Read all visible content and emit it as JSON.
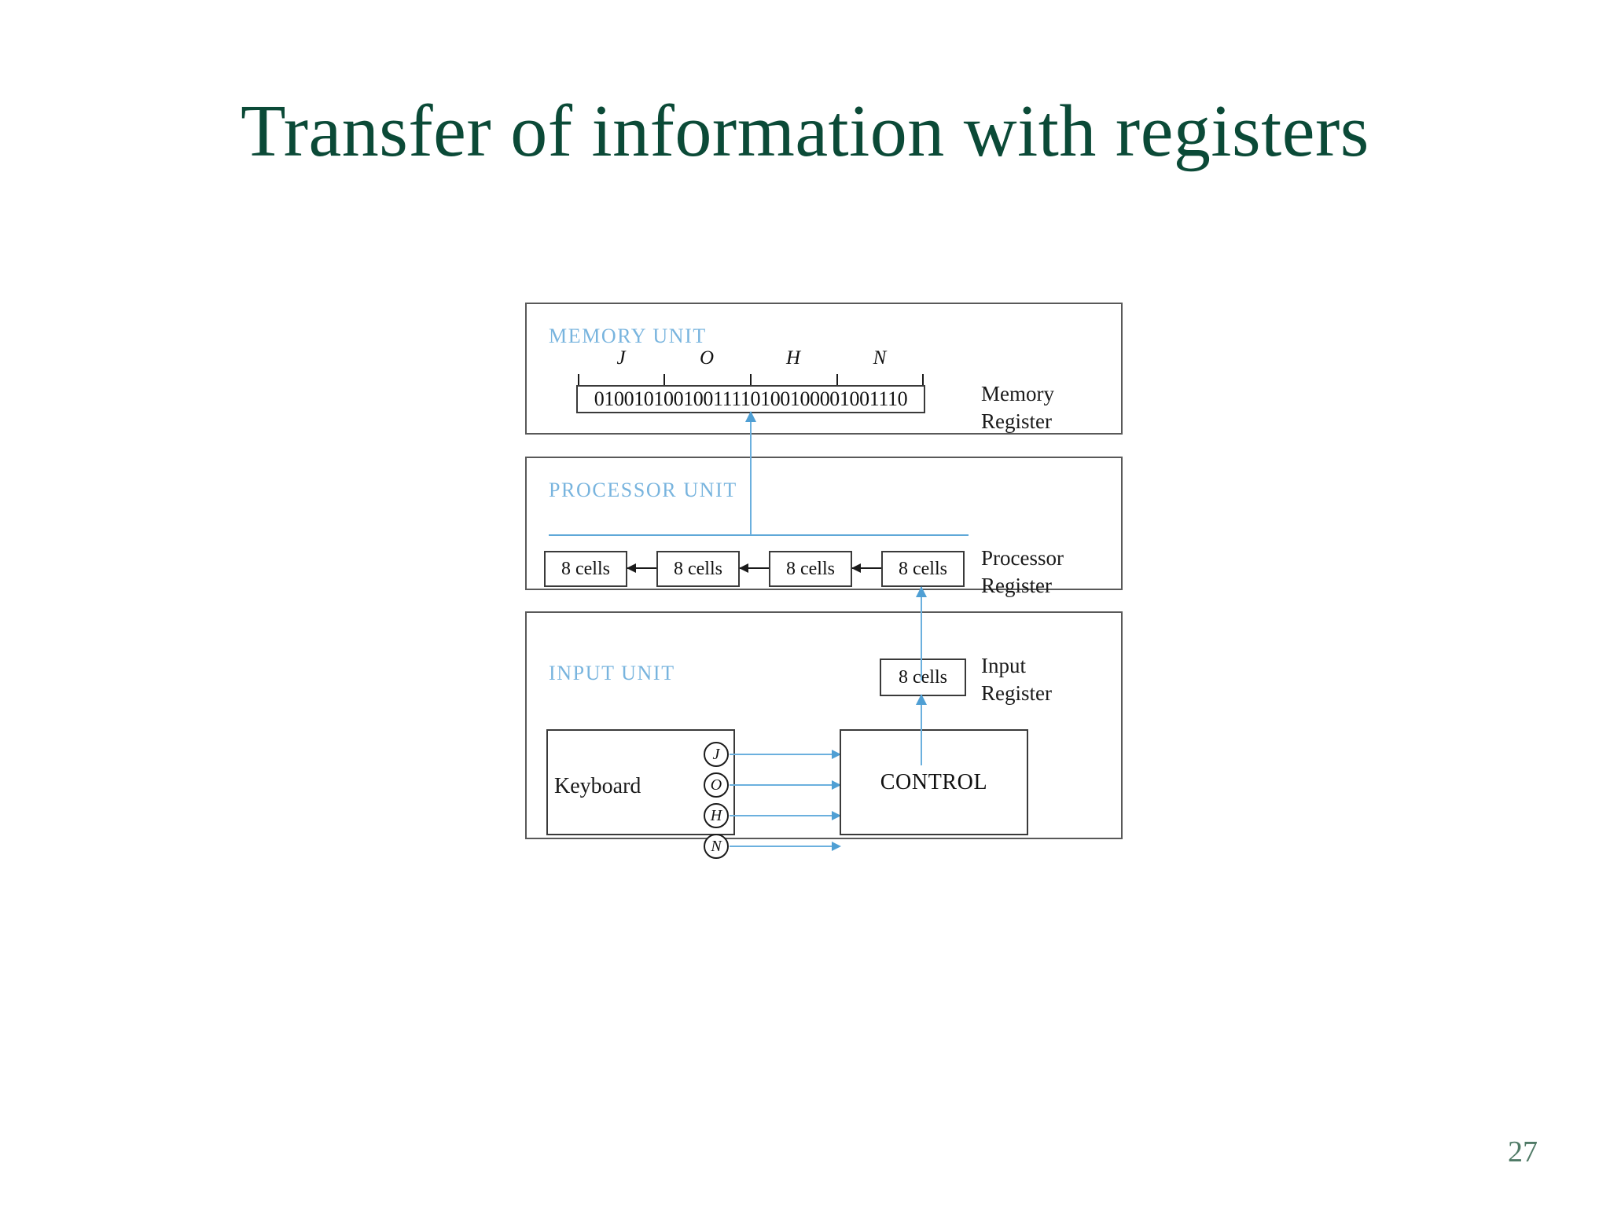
{
  "slide": {
    "title": "Transfer of information with registers",
    "page_number": "27",
    "title_color": "#0b4a37",
    "heading_color": "#78b4de",
    "flow_arrow_color": "#4f9fd4"
  },
  "figure": {
    "memory_unit": {
      "heading": "MEMORY UNIT",
      "scale_letters": [
        "J",
        "O",
        "H",
        "N"
      ],
      "register_bits": "01001010010011110100100001001110",
      "side_label_line1": "Memory",
      "side_label_line2": "Register"
    },
    "processor_unit": {
      "heading": "PROCESSOR UNIT",
      "cells": [
        "8 cells",
        "8 cells",
        "8 cells",
        "8 cells"
      ],
      "side_label_line1": "Processor",
      "side_label_line2": "Register"
    },
    "input_unit": {
      "heading": "INPUT UNIT",
      "input_cell": "8 cells",
      "side_label_line1": "Input",
      "side_label_line2": "Register",
      "keyboard_label": "Keyboard",
      "keys": [
        "J",
        "O",
        "H",
        "N"
      ],
      "control_label": "CONTROL"
    }
  }
}
